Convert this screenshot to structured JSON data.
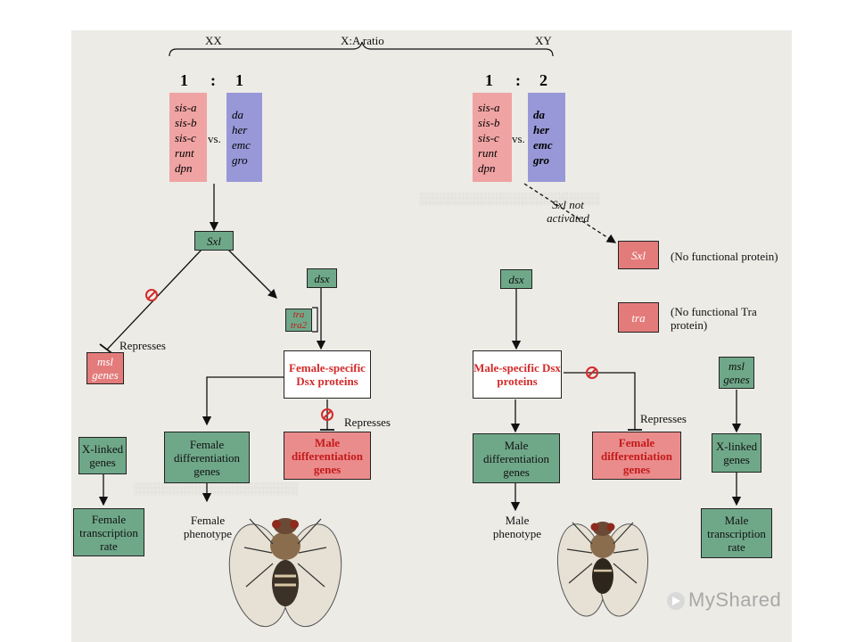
{
  "header": {
    "left": "XX",
    "center": "X:A ratio",
    "right": "XY"
  },
  "ratio_left": {
    "a": "1",
    "colon": ":",
    "b": "1"
  },
  "ratio_right": {
    "a": "1",
    "colon": ":",
    "b": "2"
  },
  "numerator_genes": [
    "sis-a",
    "sis-b",
    "sis-c",
    "runt",
    "dpn"
  ],
  "denominator_genes": [
    "da",
    "her",
    "emc",
    "gro"
  ],
  "vs": "vs.",
  "sxl_not_activated": "Sxl not activated",
  "female": {
    "sxl": "Sxl",
    "dsx": "dsx",
    "tra": "tra",
    "tra2": "tra2",
    "msl_genes": "msl genes",
    "represses_left": "Represses",
    "female_dsx_proteins": "Female-specific Dsx proteins",
    "represses_right": "Represses",
    "xlinked_genes": "X-linked genes",
    "female_diff_genes": "Female differentiation genes",
    "male_diff_genes": "Male differentiation genes",
    "female_transcription_rate": "Female transcription rate",
    "female_phenotype": "Female phenotype"
  },
  "male": {
    "sxl": "Sxl",
    "no_func_protein": "(No functional protein)",
    "dsx": "dsx",
    "tra": "tra",
    "no_func_tra": "(No functional Tra protein)",
    "msl_genes": "msl genes",
    "male_dsx_proteins": "Male-specific Dsx proteins",
    "represses": "Represses",
    "male_diff_genes": "Male differentiation genes",
    "female_diff_genes": "Female differentiation genes",
    "xlinked_genes": "X-linked genes",
    "male_transcription_rate": "Male transcription rate",
    "male_phenotype": "Male phenotype"
  },
  "watermark": "MyShared",
  "colors": {
    "green_box": "#6fa889",
    "pink_box": "#e47b7b",
    "numerator_bg": "#f0a3a3",
    "denominator_bg": "#9898d8",
    "red_text": "#d42a2a"
  }
}
